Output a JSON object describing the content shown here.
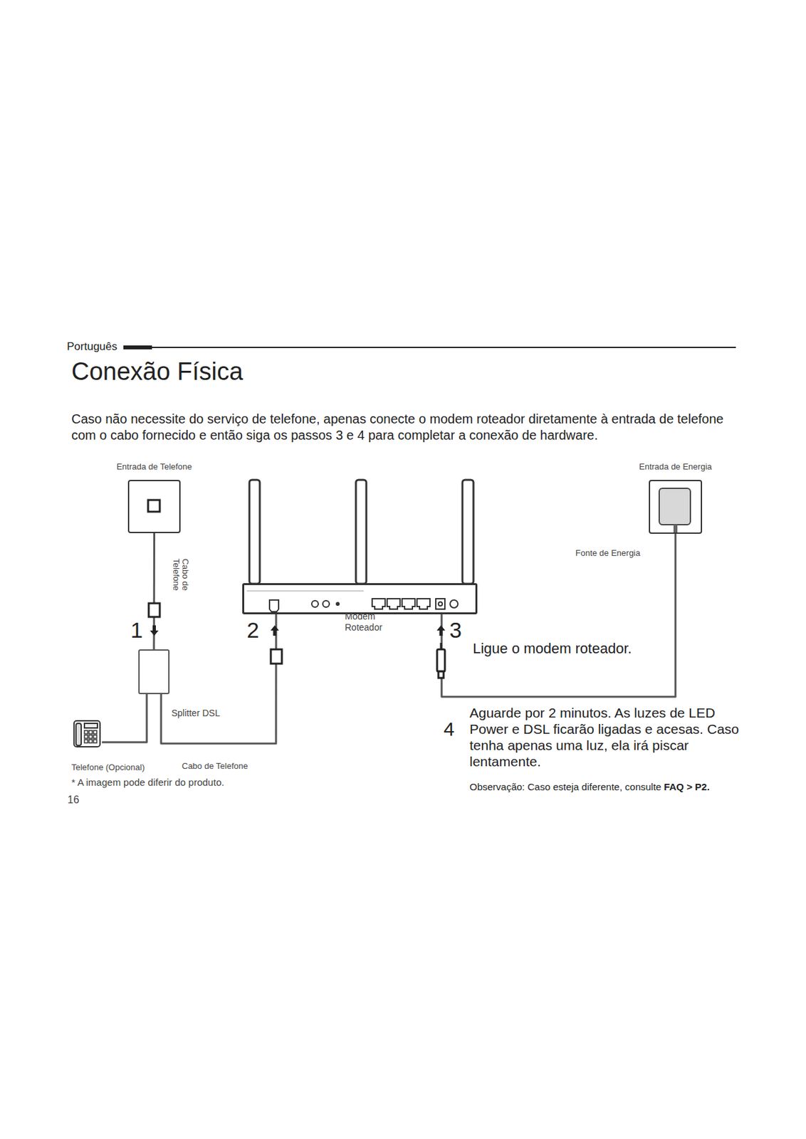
{
  "diagram": {
    "title": "Conexão Física",
    "nodes": [
      {
        "text": [
          "Entrada de Telefone"
        ]
      },
      {
        "text": [
          "Modem Roteador"
        ]
      },
      {
        "text": [
          "Entrada de Energia"
        ]
      },
      {
        "text": [
          "Splitter DSL"
        ]
      },
      {
        "text": [
          "Telefone (Opcional)"
        ]
      }
    ],
    "edges": [
      {
        "from": 0,
        "to": 3,
        "arrow": "none",
        "label": "Cabo de Telefone"
      },
      {
        "from": 3,
        "to": 1,
        "arrow": "none",
        "label": "Cabo de Telefone"
      },
      {
        "from": 3,
        "to": 4,
        "arrow": "none"
      },
      {
        "from": 2,
        "to": 1,
        "arrow": "none",
        "label": "Fonte de Energia"
      }
    ],
    "labels": [
      "Português",
      "Caso não necessite do serviço de telefone, apenas conecte o modem roteador diretamente à entrada de telefone com o cabo fornecido e então siga os passos 3 e 4 para completar a conexão de hardware.",
      "1",
      "2",
      "3",
      "Ligue o modem roteador.",
      "4",
      "Aguarde por 2 minutos. As luzes de LED Power e DSL ficarão ligadas e acesas. Caso tenha apenas uma luz, ela irá piscar lentamente.",
      "Observação: Caso esteja diferente, consulte",
      "FAQ > P2.",
      "* A imagem pode diferir do produto.",
      "16"
    ]
  }
}
